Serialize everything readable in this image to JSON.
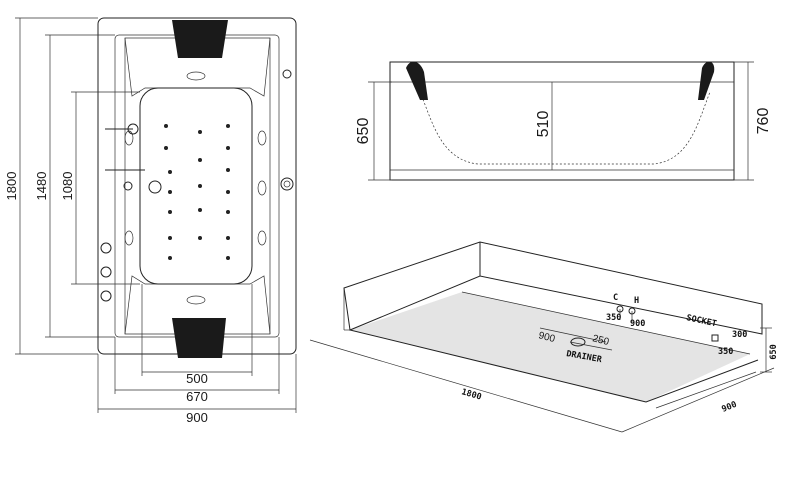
{
  "top_view": {
    "dims": {
      "length_outer": "1800",
      "length_inner": "1480",
      "length_basin": "1080",
      "width_basin": "500",
      "width_inner": "670",
      "width_outer": "900"
    }
  },
  "side_view": {
    "dims": {
      "height_total": "760",
      "height_side": "650",
      "depth": "510"
    }
  },
  "install_view": {
    "dims": {
      "length": "1800",
      "width": "900",
      "height": "650",
      "drainer_x": "900",
      "drainer_y": "250",
      "cold_x": "350",
      "hot_x": "900",
      "socket_a": "300",
      "socket_b": "350"
    },
    "labels": {
      "drainer": "DRAINER",
      "cold": "C",
      "hot": "H",
      "socket": "SOCKET"
    }
  },
  "colors": {
    "line": "#222222",
    "floor": "#e4e4e4",
    "headrest": "#1a1a1a"
  }
}
